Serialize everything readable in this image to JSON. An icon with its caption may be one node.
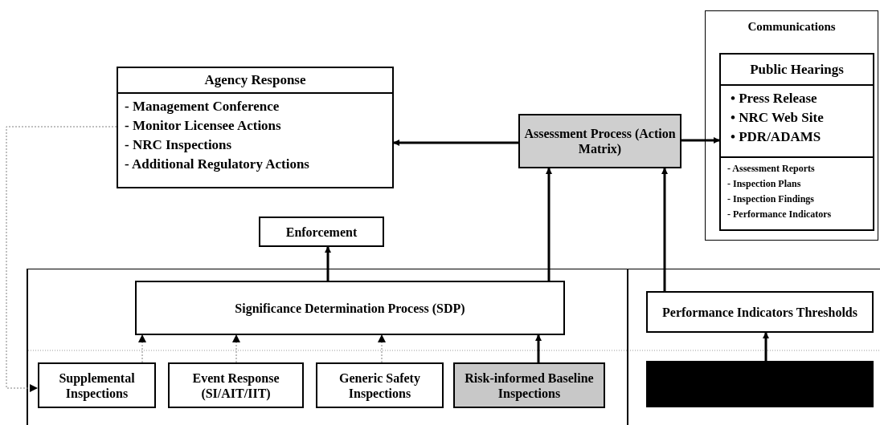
{
  "diagram": {
    "nodes": [
      {
        "text": [
          "Agency Response",
          "- Management Conference",
          "- Monitor Licensee Actions",
          "- NRC Inspections",
          "- Additional Regulatory Actions"
        ]
      },
      {
        "text": [
          "Assessment Process (Action Matrix)"
        ]
      },
      {
        "text": [
          "Communications"
        ]
      },
      {
        "text": [
          "Public Hearings",
          "• Press Release",
          "• NRC Web Site",
          "• PDR/ADAMS",
          "- Assessment Reports",
          "- Inspection Plans",
          "- Inspection Findings",
          "- Performance Indicators"
        ],
        "in": 2
      },
      {
        "text": [
          "Enforcement"
        ]
      },
      {
        "text": [],
        "shape": "box"
      },
      {
        "text": [
          "Significance Determination Process (SDP)"
        ],
        "in": 5
      },
      {
        "text": [
          "Supplemental Inspections"
        ],
        "in": 5
      },
      {
        "text": [
          "Event Response (SI/AIT/IIT)"
        ],
        "in": 5
      },
      {
        "text": [
          "Generic Safety Inspections"
        ],
        "in": 5
      },
      {
        "text": [
          "Risk-informed Baseline Inspections"
        ],
        "in": 5
      },
      {
        "text": [],
        "shape": "box"
      },
      {
        "text": [
          "Performance Indicators Thresholds"
        ],
        "in": 11
      },
      {
        "text": [],
        "shape": "box",
        "in": 11
      }
    ],
    "edges": [
      {
        "from": 1,
        "to": 0,
        "arrow": "to"
      },
      {
        "from": 1,
        "to": 3,
        "arrow": "to"
      },
      {
        "from": 6,
        "to": 4,
        "arrow": "to"
      },
      {
        "from": 6,
        "to": 1,
        "arrow": "to"
      },
      {
        "from": 12,
        "to": 1,
        "arrow": "to"
      },
      {
        "from": 7,
        "to": 6,
        "arrow": "to",
        "style": "dashed",
        "color": "#808080"
      },
      {
        "from": 8,
        "to": 6,
        "arrow": "to",
        "style": "dashed",
        "color": "#808080"
      },
      {
        "from": 9,
        "to": 6,
        "arrow": "to",
        "style": "dashed",
        "color": "#808080"
      },
      {
        "from": 10,
        "to": 6,
        "arrow": "to"
      },
      {
        "from": 13,
        "to": 12,
        "arrow": "to"
      },
      {
        "from": 0,
        "to": 7,
        "arrow": "to",
        "style": "dashed",
        "color": "#808080"
      }
    ]
  }
}
